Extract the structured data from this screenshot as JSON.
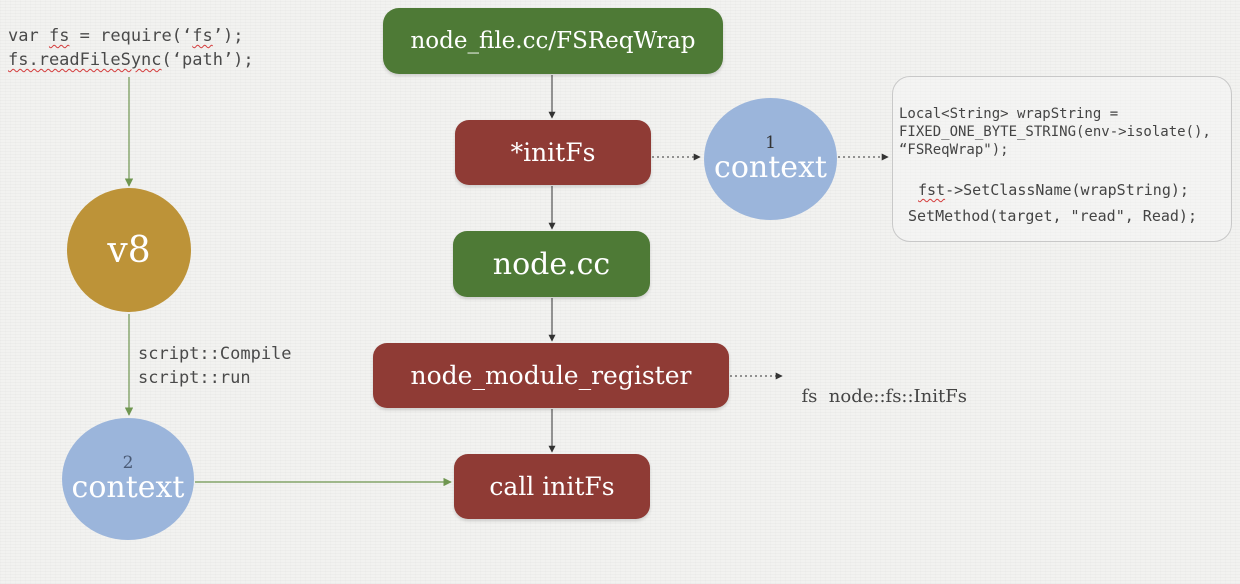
{
  "code_snippet": {
    "line1": {
      "pre": "var ",
      "squiggled": "fs",
      "mid": " = require(‘",
      "squiggled2": "fs",
      "post": "’);"
    },
    "line2": {
      "squiggled": "fs.readFileSync",
      "post": "(‘path’);"
    }
  },
  "nodes": {
    "fsreqwrap": "node_file.cc/FSReqWrap",
    "initfs": "*initFs",
    "nodecc": "node.cc",
    "module_register": "node_module_register",
    "call_initfs": "call initFs",
    "v8": "v8",
    "context1": {
      "number": "1",
      "label": "context"
    },
    "context2": {
      "number": "2",
      "label": "context"
    }
  },
  "annotations": {
    "script_compile": "script::Compile",
    "script_run": "script::run",
    "fs_initfs": "fs  node::fs::InitFs"
  },
  "code_panel": {
    "line1": "Local<String> wrapString =",
    "line2": "FIXED_ONE_BYTE_STRING(env->isolate(),",
    "line3": "“FSReqWrap\");",
    "line4": {
      "squiggled": "fst",
      "post": "->SetClassName(wrapString);"
    },
    "line5": "SetMethod(target, \"read\", Read);"
  },
  "colors": {
    "green": "#4e7a36",
    "red": "#8f3b35",
    "blue": "#9bb5db",
    "gold": "#bd9338",
    "connector_green": "#7aa05a"
  }
}
